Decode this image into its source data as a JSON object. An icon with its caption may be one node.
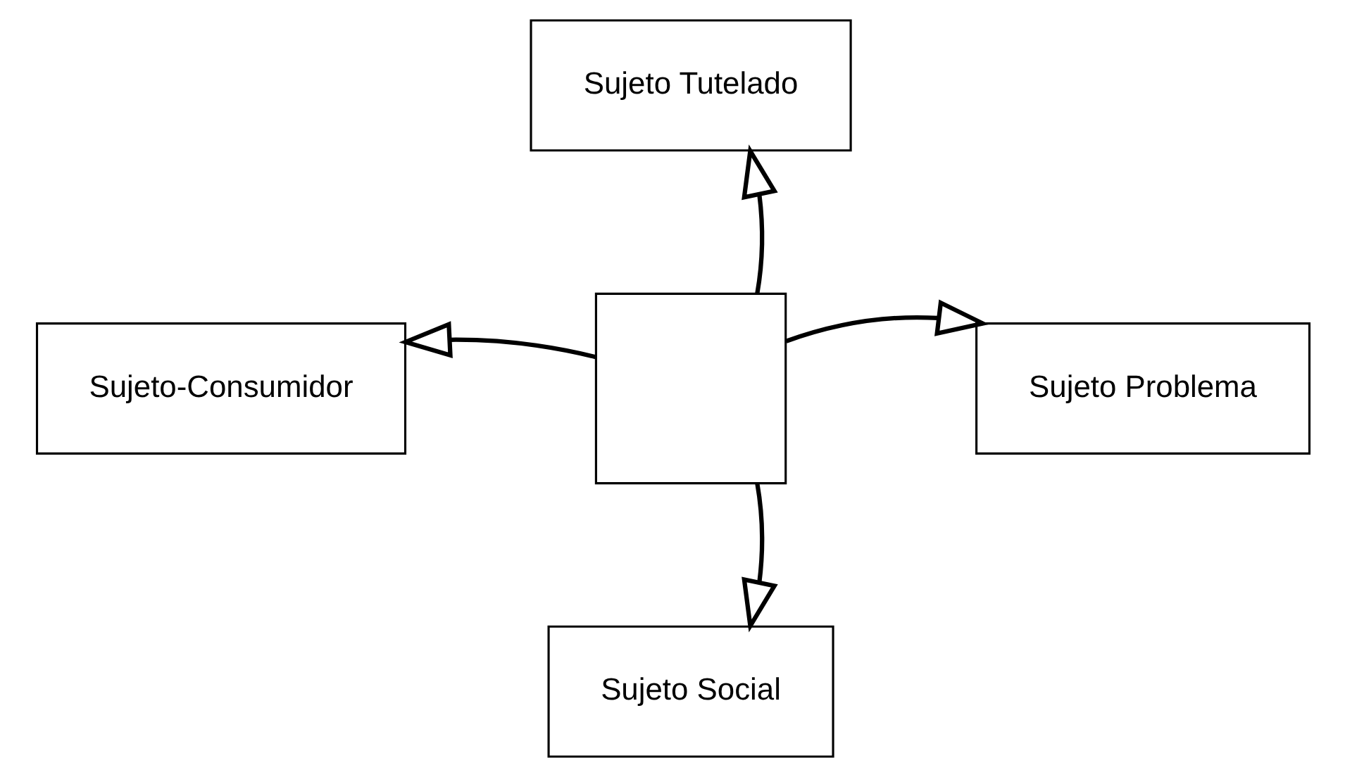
{
  "diagram": {
    "nodes": [
      {
        "text": [
          "Sujeto Tutelado"
        ]
      },
      {
        "text": [
          "Sujeto-Consumidor"
        ]
      },
      {
        "text": [],
        "shape": "box"
      },
      {
        "text": [
          "Sujeto Problema"
        ]
      },
      {
        "text": [
          "Sujeto Social"
        ]
      }
    ],
    "edges": [
      {
        "from": 2,
        "to": 0,
        "arrow": "to"
      },
      {
        "from": 2,
        "to": 1,
        "arrow": "to"
      },
      {
        "from": 2,
        "to": 3,
        "arrow": "to"
      },
      {
        "from": 2,
        "to": 4,
        "arrow": "to"
      }
    ]
  }
}
